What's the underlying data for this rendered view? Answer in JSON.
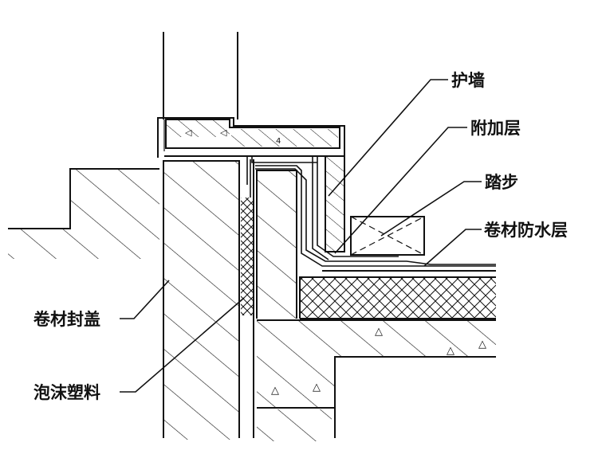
{
  "labels": {
    "protective_wall": "护墙",
    "additional_layer": "附加层",
    "step": "踏步",
    "membrane_waterproof_layer": "卷材防水层",
    "membrane_cap": "卷材封盖",
    "foam_plastic": "泡沫塑料"
  },
  "colors": {
    "line": "#111111",
    "background": "#ffffff"
  }
}
